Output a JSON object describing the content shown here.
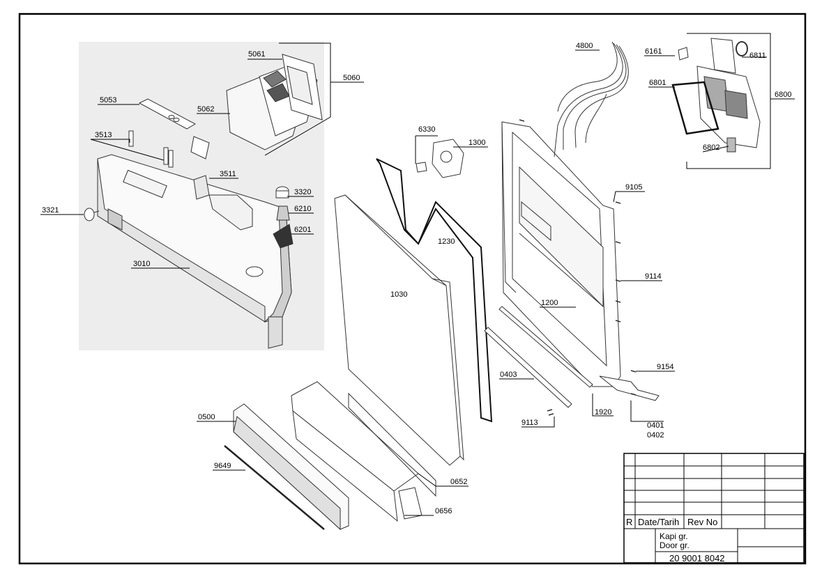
{
  "callouts": {
    "c4800": "4800",
    "c6161": "6161",
    "c6811": "6811",
    "c6801": "6801",
    "c6800": "6800",
    "c6802": "6802",
    "c5061": "5061",
    "c5060": "5060",
    "c5053": "5053",
    "c5062": "5062",
    "c3513": "3513",
    "c3511": "3511",
    "c3320": "3320",
    "c6210": "6210",
    "c6201": "6201",
    "c3321": "3321",
    "c3010": "3010",
    "c6330": "6330",
    "c1300": "1300",
    "c1230": "1230",
    "c1030": "1030",
    "c9105": "9105",
    "c9114": "9114",
    "c1200": "1200",
    "c9154": "9154",
    "c0403": "0403",
    "c1920": "1920",
    "c0401": "0401",
    "c0402": "0402",
    "c9113": "9113",
    "c0500": "0500",
    "c9649": "9649",
    "c0652": "0652",
    "c0656": "0656"
  },
  "title_block": {
    "rev_col": "R",
    "date_col": "Date/Tarih",
    "revno_col": "Rev No",
    "title_tr": "Kapi gr.",
    "title_en": "Door gr.",
    "drawing_no": "20 9001 8042"
  }
}
